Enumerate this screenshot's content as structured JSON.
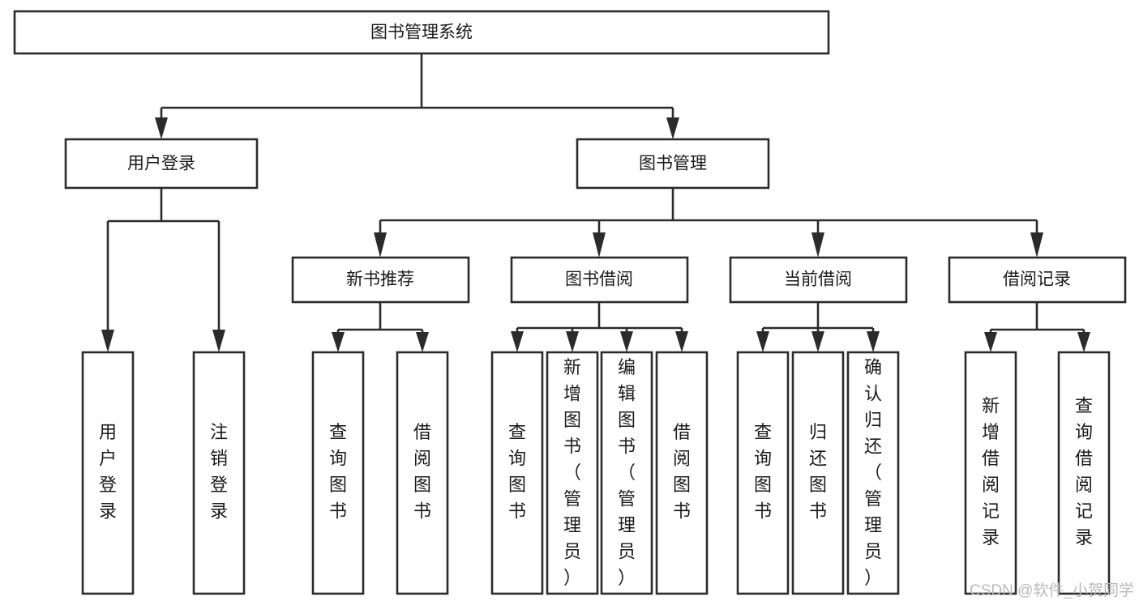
{
  "diagram": {
    "title": "图书管理系统",
    "type": "tree-hierarchy-diagram",
    "colors": {
      "stroke": "#2b2b2b",
      "fill": "#ffffff",
      "text": "#1a1a1a",
      "watermark": "#b8b8b8",
      "background": "#ffffff"
    },
    "root": {
      "label": "图书管理系统"
    },
    "level2": [
      {
        "label": "用户登录"
      },
      {
        "label": "图书管理"
      }
    ],
    "level3": [
      {
        "label": "新书推荐"
      },
      {
        "label": "图书借阅"
      },
      {
        "label": "当前借阅"
      },
      {
        "label": "借阅记录"
      }
    ],
    "leaves": {
      "user_login": [
        {
          "label": "用户登录"
        },
        {
          "label": "注销登录"
        }
      ],
      "new_book_recommend": [
        {
          "label": "查询图书"
        },
        {
          "label": "借阅图书"
        }
      ],
      "book_borrow": [
        {
          "label": "查询图书"
        },
        {
          "label": "新增图书（管理员）"
        },
        {
          "label": "编辑图书（管理员）"
        },
        {
          "label": "借阅图书"
        }
      ],
      "current_borrow": [
        {
          "label": "查询图书"
        },
        {
          "label": "归还图书"
        },
        {
          "label": "确认归还（管理员）"
        }
      ],
      "borrow_record": [
        {
          "label": "新增借阅记录"
        },
        {
          "label": "查询借阅记录"
        }
      ]
    }
  },
  "watermark": {
    "text": "CSDN @软件_小贺同学"
  }
}
